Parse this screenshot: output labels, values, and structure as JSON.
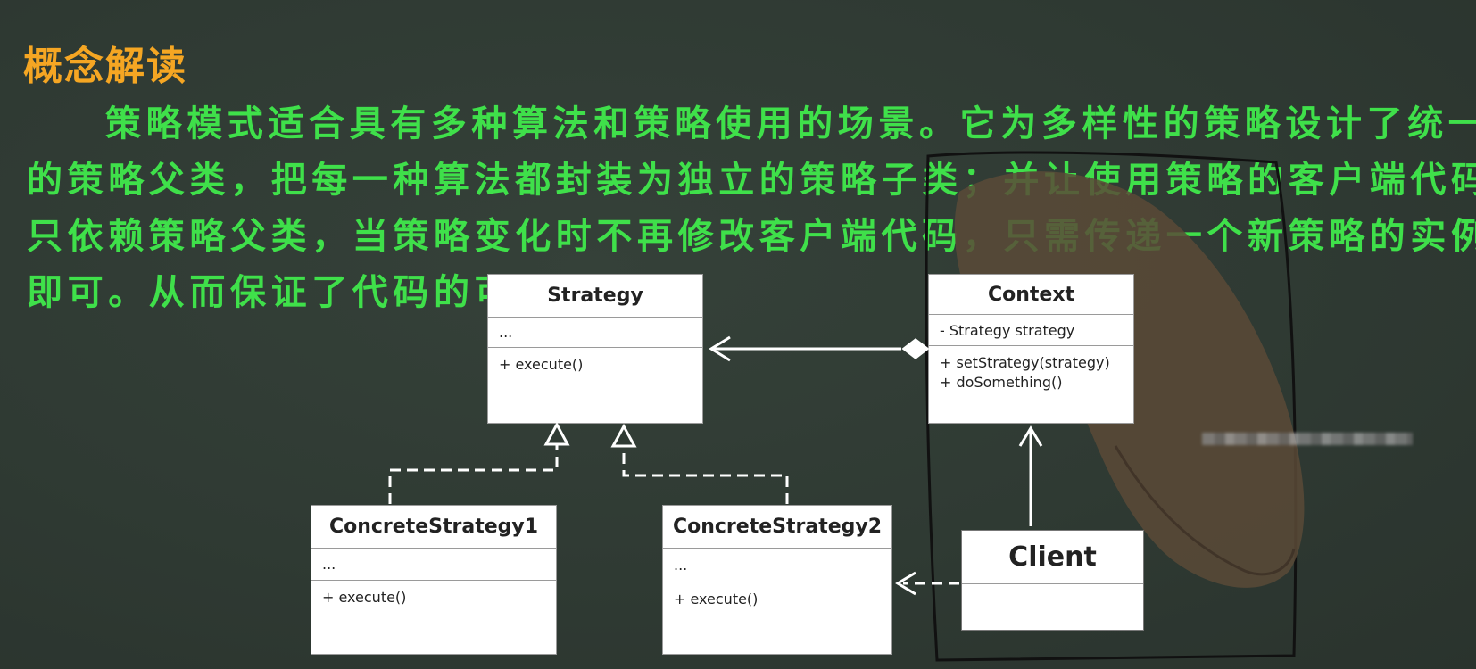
{
  "slide": {
    "title": "概念解读",
    "paragraph_lines": [
      "策略模式适合具有多种算法和策略使用的场景。它为多样性的策略设计了统一",
      "的策略父类，把每一种算法都封装为独立的策略子类；并让使用策略的客户端代码",
      "只依赖策略父类，当策略变化时不再修改客户端代码，只需传递一个新策略的实例",
      "即可。从而保证了代码的可"
    ]
  },
  "diagram": {
    "strategy": {
      "name": "Strategy",
      "attrs": "...",
      "ops": [
        "+  execute()"
      ]
    },
    "context": {
      "name": "Context",
      "attrs": "-  Strategy strategy",
      "ops": [
        "+  setStrategy(strategy)",
        "+  doSomething()"
      ]
    },
    "concrete1": {
      "name": "ConcreteStrategy1",
      "attrs": "...",
      "ops": [
        "+  execute()"
      ]
    },
    "concrete2": {
      "name": "ConcreteStrategy2",
      "attrs": "...",
      "ops": [
        "+  execute()"
      ]
    },
    "client": {
      "name": "Client"
    }
  },
  "colors": {
    "background": "#2f3a33",
    "title": "#f5a623",
    "paragraph": "#3fe04a",
    "box_fill": "#ffffff",
    "arrow": "#ffffff"
  }
}
